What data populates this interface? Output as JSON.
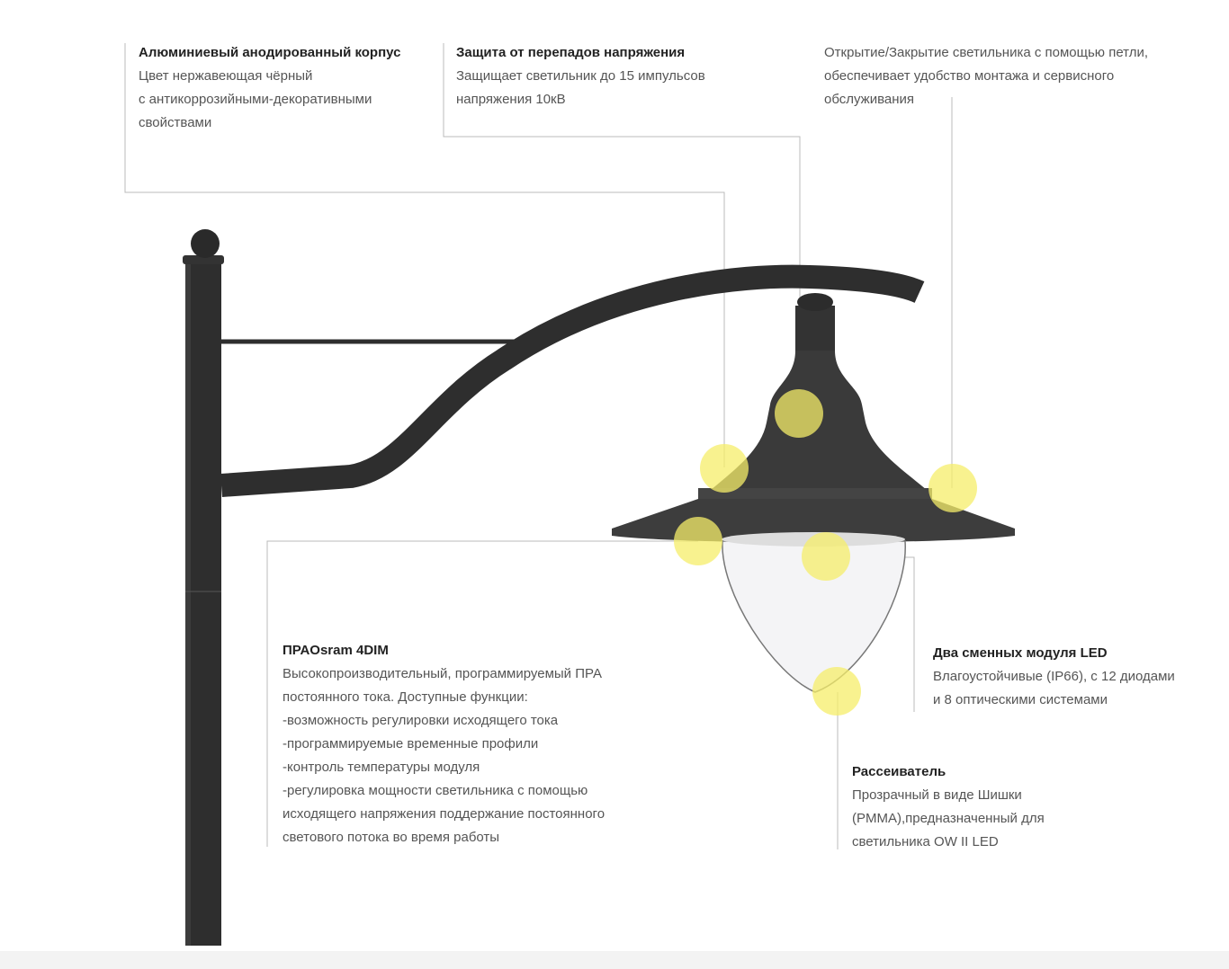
{
  "accent_color": "#f5ee6a",
  "callouts": {
    "body": {
      "title": "Алюминиевый анодированный корпус",
      "lines": [
        "Цвет нержавеющая чёрный",
        "с антикоррозийными-декоративными",
        "свойствами"
      ]
    },
    "surge": {
      "title": "Защита от перепадов напряжения",
      "lines": [
        "Защищает светильник до 15 импульсов",
        "напряжения 10кВ"
      ]
    },
    "loop": {
      "lines": [
        "Открытие/Закрытие светильника с помощью петли,",
        "обеспечивает удобство монтажа и сервисного",
        "обслуживания"
      ]
    },
    "driver": {
      "title": "ПРАOsram 4DIM",
      "lines": [
        "Высокопроизводительный, программируемый ПРА",
        "постоянного тока. Доступные функции:",
        "-возможность регулировки исходящего тока",
        "-программируемые временные профили",
        "-контроль температуры модуля",
        "-регулировка мощности светильника с помощью",
        "исходящего напряжения поддержание постоянного",
        "светового потока во время работы"
      ]
    },
    "led": {
      "title": "Два сменных модуля LED",
      "lines": [
        "Влагоустойчивые (IP66), с 12 диодами",
        "и 8 оптическими системами"
      ]
    },
    "diffuser": {
      "title": "Рассеиватель",
      "lines": [
        "Прозрачный в виде Шишки",
        "(PMMA),предназначенный для",
        "светильника OW II LED"
      ]
    }
  }
}
